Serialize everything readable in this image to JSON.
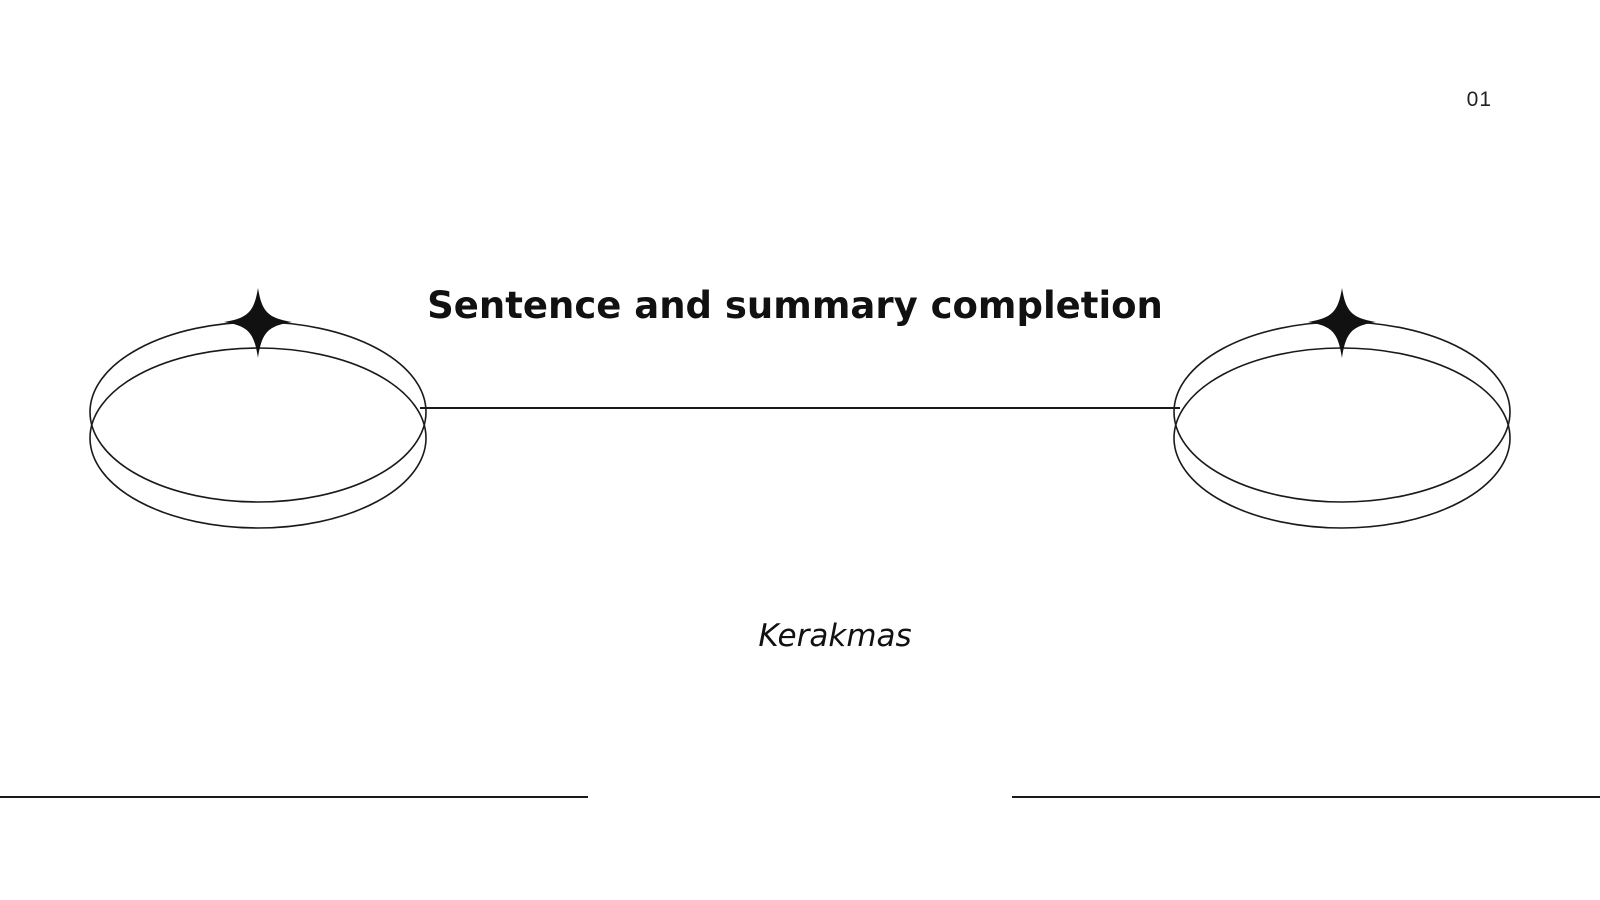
{
  "slide": {
    "page_number": "01",
    "title": "Sentence and summary completion",
    "author": "Kerakmas"
  },
  "decorations": {
    "left_ornament": "ring-with-star",
    "right_ornament": "ring-with-star",
    "star_icon": "four-point-star-icon",
    "line_color": "#1a1a1a"
  }
}
